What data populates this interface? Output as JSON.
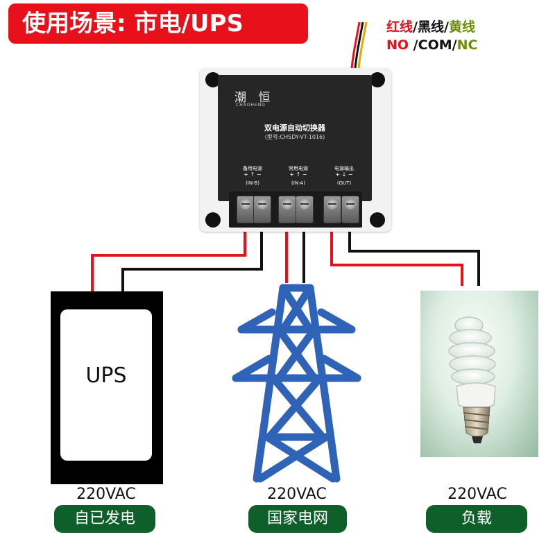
{
  "title": "使用场景: 市电/UPS",
  "legend": {
    "red": "红线",
    "sep1": "/",
    "black": "黑线",
    "sep2": "/",
    "yellow": "黄线",
    "no": "NO",
    "sep3": " /",
    "com": "COM",
    "sep4": "/",
    "nc": "NC"
  },
  "device": {
    "brand": "潮 恒",
    "brand_en": "CHAOHENG",
    "name": "双电源自动切换器",
    "model": "(型号:CHSDY-VT-1016)",
    "ports": [
      {
        "label": "备用电源",
        "tag": "(IN-B)"
      },
      {
        "label": "常用电源",
        "tag": "(IN-A)"
      },
      {
        "label": "电源输出",
        "tag": "(OUT)"
      }
    ]
  },
  "ups": {
    "label": "UPS",
    "voltage": "220VAC",
    "badge": "自已发电"
  },
  "grid": {
    "voltage": "220VAC",
    "badge": "国家电网"
  },
  "load": {
    "voltage": "220VAC",
    "badge": "负载"
  },
  "colors": {
    "title_bg": "#e8101b",
    "badge_bg": "#0f5f2a",
    "tower": "#2f63b8",
    "wire_red": "#e8101b",
    "wire_black": "#111111"
  }
}
